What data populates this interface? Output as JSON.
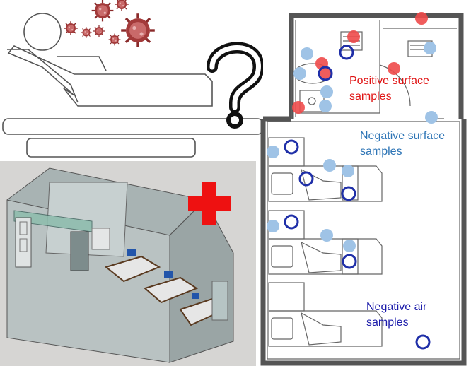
{
  "legend": {
    "positive_surface": {
      "text": "Positive surface\nsamples",
      "color": "#e01414"
    },
    "negative_surface": {
      "text": "Negative surface\nsamples",
      "color": "#2e75b6"
    },
    "negative_air": {
      "text": "Negative air\nsamples",
      "color": "#1a1aaa"
    }
  },
  "colors": {
    "positive_dot": "#ef4b4b",
    "negative_dot": "#9fc3e6",
    "air_ring": "#1f2fa8",
    "red_cross": "#ee1111"
  },
  "icons": [
    "patient-in-bed-icon",
    "virus-icon",
    "question-mark-icon",
    "red-cross-icon",
    "ward-3d-render",
    "floor-plan"
  ]
}
